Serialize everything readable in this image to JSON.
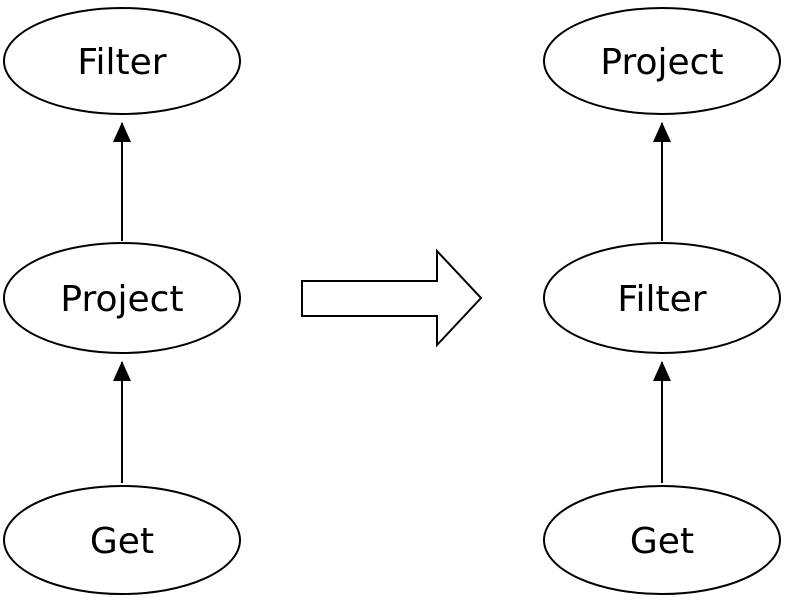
{
  "diagram": {
    "description": "Query plan rewrite: Filter/Project order swapped above Get",
    "left_tree": {
      "nodes": [
        {
          "id": "left-top",
          "label": "Filter"
        },
        {
          "id": "left-middle",
          "label": "Project"
        },
        {
          "id": "left-bottom",
          "label": "Get"
        }
      ],
      "edges": [
        {
          "from": "left-bottom",
          "to": "left-middle"
        },
        {
          "from": "left-middle",
          "to": "left-top"
        }
      ]
    },
    "right_tree": {
      "nodes": [
        {
          "id": "right-top",
          "label": "Project"
        },
        {
          "id": "right-middle",
          "label": "Filter"
        },
        {
          "id": "right-bottom",
          "label": "Get"
        }
      ],
      "edges": [
        {
          "from": "right-bottom",
          "to": "right-middle"
        },
        {
          "from": "right-middle",
          "to": "right-top"
        }
      ]
    },
    "colors": {
      "stroke": "#000000",
      "fill": "#ffffff",
      "background": "#ffffff"
    }
  }
}
